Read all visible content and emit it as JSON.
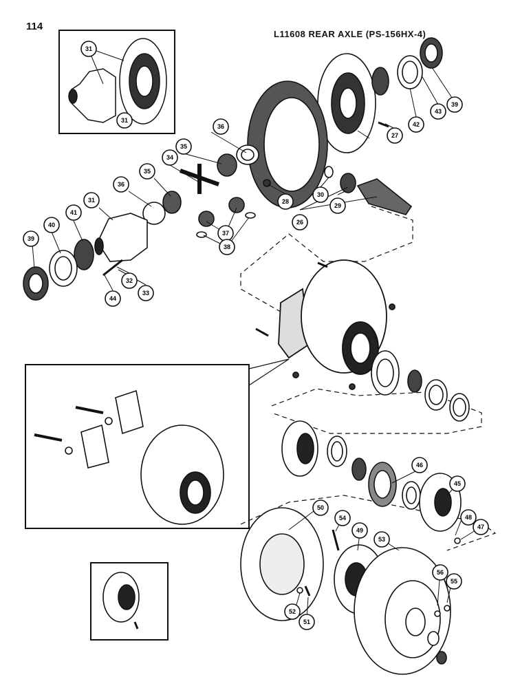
{
  "page_number": "114",
  "title": "L11608 REAR AXLE (PS-156HX-4)",
  "callouts": [
    "31",
    "31",
    "42",
    "43",
    "39",
    "27",
    "36",
    "35",
    "34",
    "35",
    "36",
    "31",
    "41",
    "40",
    "39",
    "28",
    "30",
    "29",
    "26",
    "37",
    "38",
    "32",
    "33",
    "44",
    "46",
    "45",
    "48",
    "47",
    "50",
    "54",
    "49",
    "53",
    "56",
    "55",
    "52",
    "51"
  ]
}
